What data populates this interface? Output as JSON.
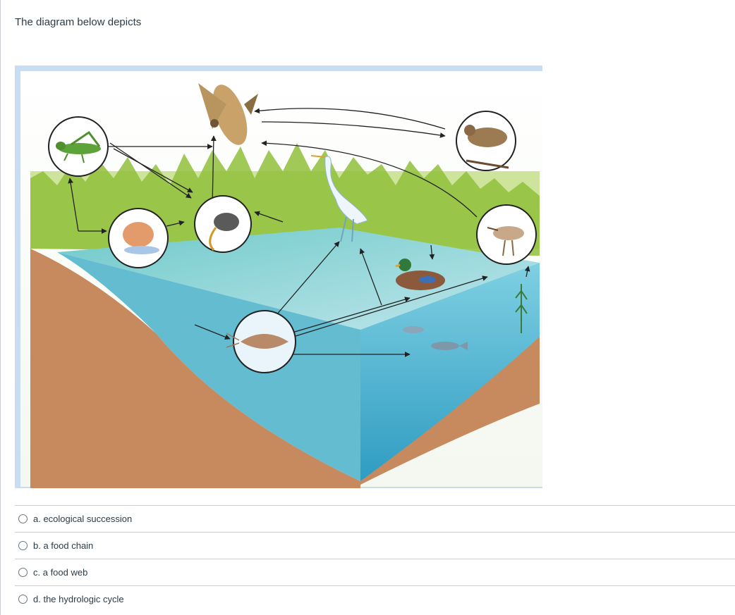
{
  "question": {
    "prompt": "The diagram below depicts"
  },
  "figure": {
    "description_icon": "food-web-illustration"
  },
  "answers": [
    {
      "label": "a. ecological succession",
      "selected": false
    },
    {
      "label": "b. a food chain",
      "selected": false
    },
    {
      "label": "c. a food web",
      "selected": false
    },
    {
      "label": "d. the hydrologic cycle",
      "selected": false
    }
  ],
  "colors": {
    "text": "#2d3b45",
    "divider": "#c7cdd1",
    "frame": "#c9ddf2",
    "water": "#5bb6d4",
    "soil": "#c68a5e",
    "grass": "#8fbf3a"
  }
}
